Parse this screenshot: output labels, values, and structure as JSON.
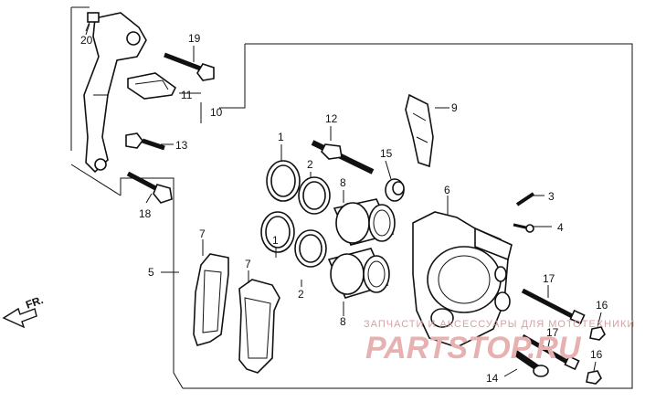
{
  "callouts": {
    "c1a": "1",
    "c1b": "1",
    "c2a": "2",
    "c2b": "2",
    "c3": "3",
    "c4": "4",
    "c5": "5",
    "c6": "6",
    "c7a": "7",
    "c7b": "7",
    "c8a": "8",
    "c8b": "8",
    "c9": "9",
    "c10": "10",
    "c11": "11",
    "c12": "12",
    "c13": "13",
    "c14": "14",
    "c15": "15",
    "c16a": "16",
    "c16b": "16",
    "c17": "17",
    "c18": "18",
    "c19": "19",
    "c20": "20"
  },
  "direction_label": "FR.",
  "watermark": {
    "line1": "ЗАПЧАСТИ И АКСЕССУАРЫ ДЛЯ МОТОТЕХНИКИ",
    "line2": "PARTSTOP.RU"
  }
}
